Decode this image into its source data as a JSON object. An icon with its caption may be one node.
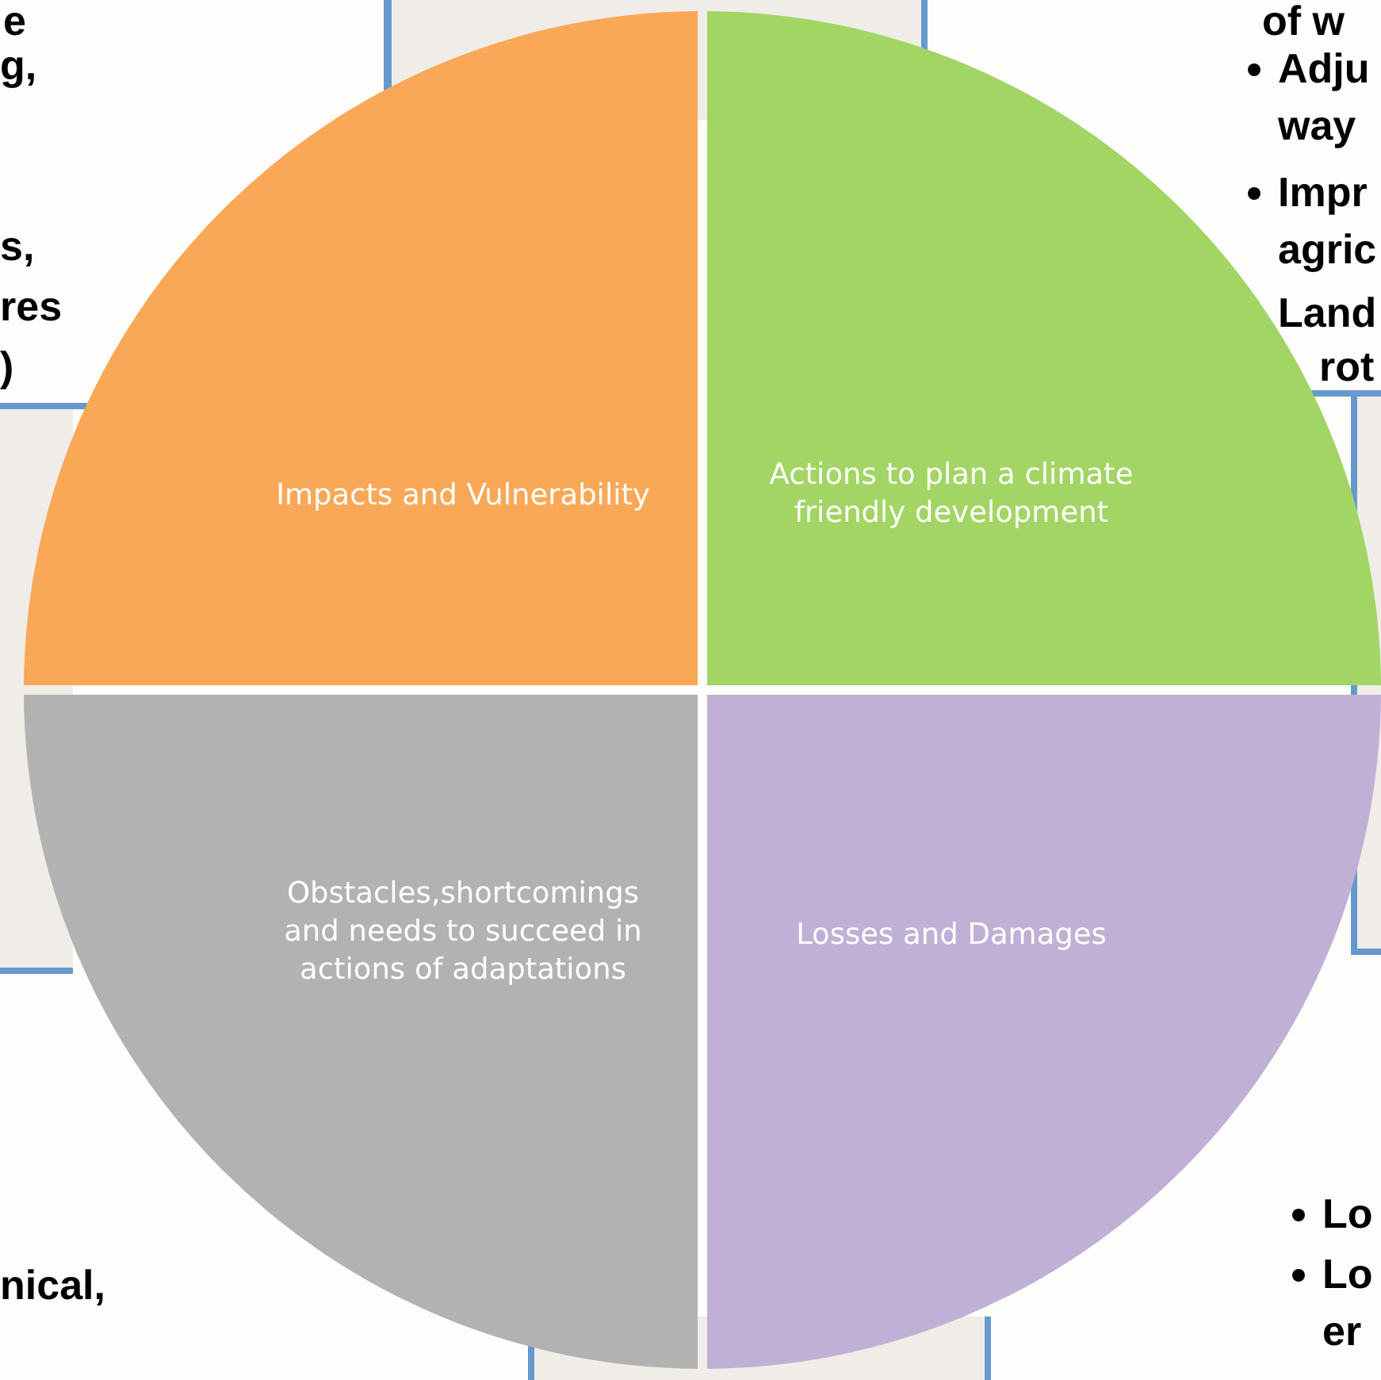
{
  "diagram": {
    "nodes": [
      {
        "text": [
          "Impacts and Vulnerability"
        ]
      },
      {
        "text": [
          "Actions to plan a climate friendly development"
        ]
      },
      {
        "text": [
          "Obstacles,shortcomings and needs to succeed in actions of adaptations"
        ]
      },
      {
        "text": [
          "Losses and Damages"
        ]
      }
    ],
    "edges": [],
    "labels": [
      "e",
      "g,",
      "s,",
      "res",
      ")",
      "of w",
      "Adju",
      "way",
      "Impr",
      "agric",
      "Land",
      "rot",
      "nical,",
      "Lo",
      "Lo",
      "er"
    ]
  }
}
